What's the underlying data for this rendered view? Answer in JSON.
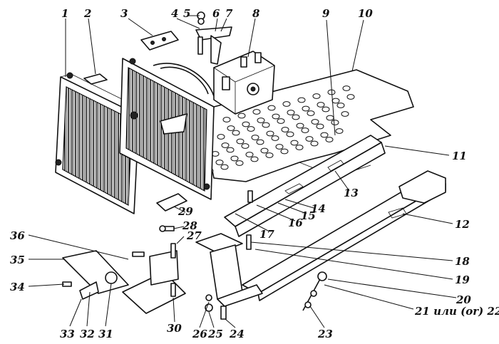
{
  "callouts": {
    "c1": "1",
    "c2": "2",
    "c3": "3",
    "c4": "4",
    "c5": "5",
    "c6": "6",
    "c7": "7",
    "c8": "8",
    "c9": "9",
    "c10": "10",
    "c11": "11",
    "c12": "12",
    "c13": "13",
    "c14": "14",
    "c15": "15",
    "c16": "16",
    "c17": "17",
    "c18": "18",
    "c19": "19",
    "c20": "20",
    "c21_22": "21 или (or) 22",
    "c23": "23",
    "c24": "24",
    "c25": "25",
    "c26": "26",
    "c27": "27",
    "c28": "28",
    "c29": "29",
    "c30": "30",
    "c31": "31",
    "c32": "32",
    "c33": "33",
    "c34": "34",
    "c35": "35",
    "c36": "36"
  }
}
